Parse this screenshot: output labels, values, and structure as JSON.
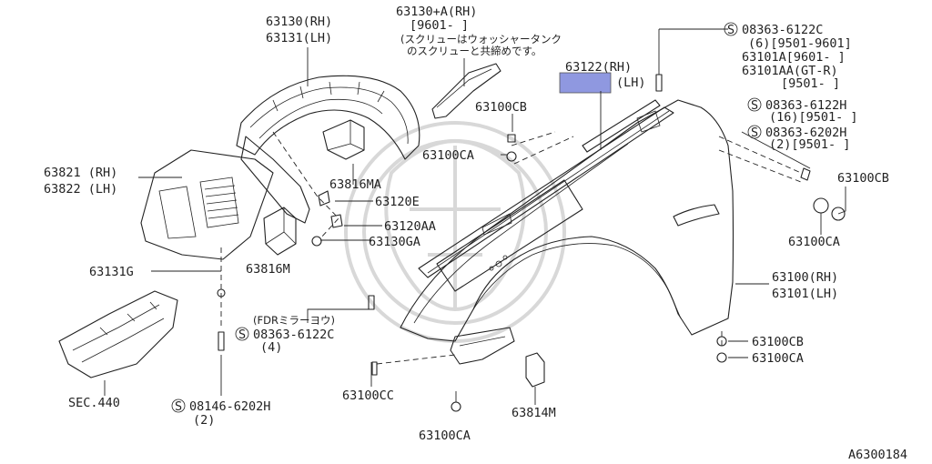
{
  "diagram": {
    "id": "A6300184",
    "highlight_color": "#8f98e0",
    "labels": {
      "p63130_63131": [
        "63130(RH)",
        "63131(LH)"
      ],
      "p63130A": [
        "63130+A(RH)",
        "[9601-    ]"
      ],
      "note_jp": [
        "(スクリューはウォッシャータンク",
        "のスクリューと共締めです。"
      ],
      "p63122": [
        "63122(RH)",
        "(LH)"
      ],
      "s08363_6122C": [
        "08363-6122C",
        "(6)[9501-9601]",
        "63101A[9601-     ]",
        "63101AA(GT-R)",
        "[9501-     ]"
      ],
      "s08363_6122H": [
        "08363-6122H",
        "(16)[9501-     ]"
      ],
      "s08363_6202H": [
        "08363-6202H",
        "(2)[9501-     ]"
      ],
      "p63821": [
        "63821 (RH)",
        "63822 (LH)"
      ],
      "p63100CB_top": "63100CB",
      "p63100CA_top": "63100CA",
      "p63816MA": "63816MA",
      "p63120E": "63120E",
      "p63120AA": "63120AA",
      "p63130GA": "63130GA",
      "p63816M": "63816M",
      "p63100CB_right": "63100CB",
      "p63100CA_right": "63100CA",
      "p63131G": "63131G",
      "p63100_63101": [
        "63100(RH)",
        "63101(LH)"
      ],
      "fdr_note": "(FDRミラーヨウ)",
      "s08363_6122C_b": [
        "08363-6122C",
        "(4)"
      ],
      "p63100CB_low": "63100CB",
      "p63100CA_low": "63100CA",
      "sec440": "SEC.440",
      "p63100CC": "63100CC",
      "p63814M": "63814M",
      "s08146_6202H": [
        "08146-6202H",
        "(2)"
      ],
      "p63100CA_bottom": "63100CA",
      "s_symbol": "S"
    }
  }
}
